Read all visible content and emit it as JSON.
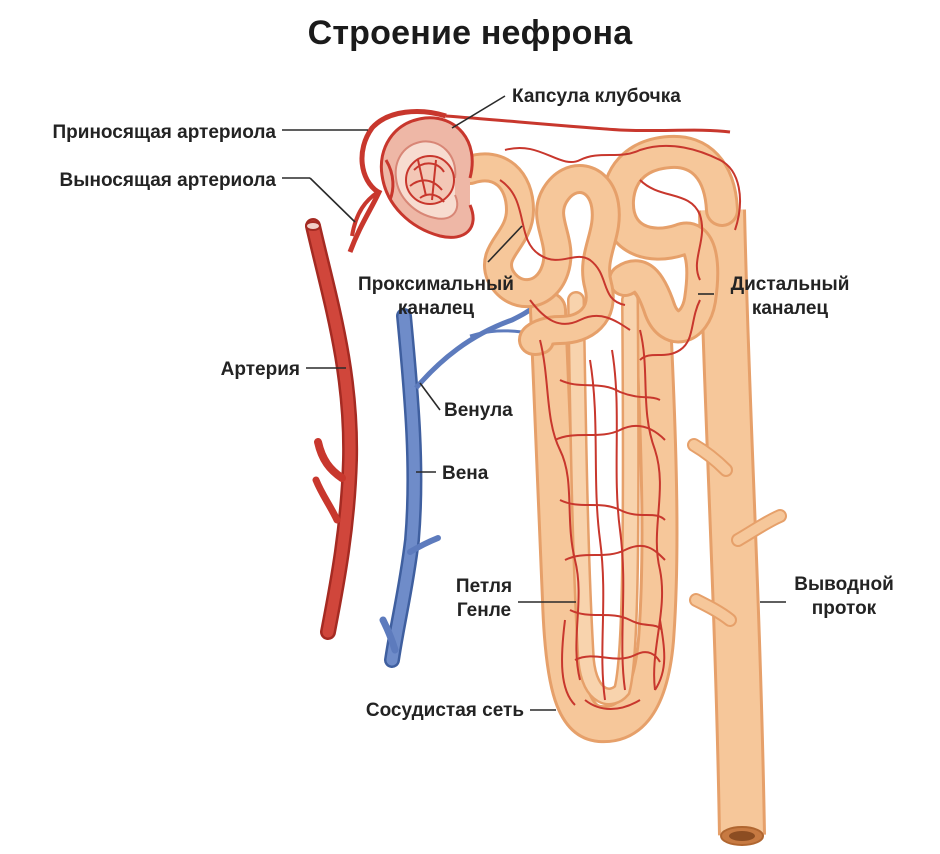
{
  "title": "Строение нефрона",
  "labels": {
    "capsule": "Капсула клубочка",
    "afferent": "Приносящая артериола",
    "efferent": "Выносящая артериола",
    "proximal_1": "Проксимальный",
    "proximal_2": "каналец",
    "distal_1": "Дистальный",
    "distal_2": "каналец",
    "artery": "Артерия",
    "venule": "Венула",
    "vein": "Вена",
    "loop_1": "Петля",
    "loop_2": "Генле",
    "collecting_1": "Выводной",
    "collecting_2": "проток",
    "network": "Сосудистая сеть"
  },
  "colors": {
    "artery": "#c8372d",
    "vein": "#5d7bbd",
    "tubule_fill": "#f6c79a",
    "tubule_edge": "#e6a06a",
    "capillary": "#c8372d",
    "capsule_fill": "#eeb7a6"
  }
}
